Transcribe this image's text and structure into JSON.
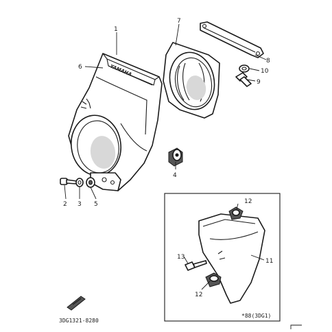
{
  "diagram": {
    "brand_text": "YAMAHA",
    "callouts": {
      "c1": "1",
      "c2": "2",
      "c3": "3",
      "c4": "4",
      "c5": "5",
      "c6": "6",
      "c7": "7",
      "c8": "8",
      "c9": "9",
      "c10": "10",
      "c11": "11",
      "c12a": "12",
      "c12b": "12",
      "c13": "13"
    },
    "inset_note": "*88(3DG1)",
    "drawing_code": "3DG1321-8280"
  }
}
